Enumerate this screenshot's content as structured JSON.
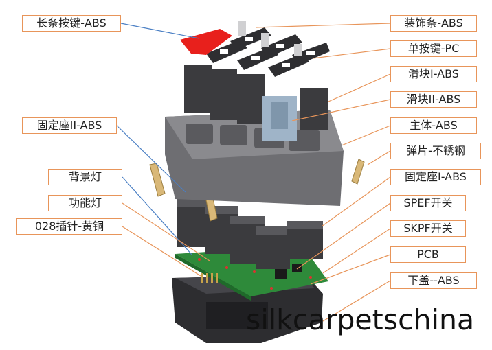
{
  "labels_left": [
    {
      "id": "long-key",
      "text": "长条按键-ABS"
    },
    {
      "id": "bracket-2",
      "text": "固定座II-ABS"
    },
    {
      "id": "backlight",
      "text": "背景灯"
    },
    {
      "id": "function-light",
      "text": "功能灯"
    },
    {
      "id": "pin",
      "text": "028插针-黄铜"
    }
  ],
  "labels_right": [
    {
      "id": "trim-strip",
      "text": "装饰条-ABS"
    },
    {
      "id": "single-key",
      "text": "单按键-PC"
    },
    {
      "id": "slider-1",
      "text": "滑块I-ABS"
    },
    {
      "id": "slider-2",
      "text": "滑块II-ABS"
    },
    {
      "id": "main-body",
      "text": "主体-ABS"
    },
    {
      "id": "spring",
      "text": "弹片-不锈钢"
    },
    {
      "id": "bracket-1",
      "text": "固定座I-ABS"
    },
    {
      "id": "spef-switch",
      "text": "SPEF开关"
    },
    {
      "id": "skpf-switch",
      "text": "SKPF开关"
    },
    {
      "id": "pcb",
      "text": "PCB"
    },
    {
      "id": "bottom-cover",
      "text": "下盖--ABS"
    }
  ],
  "watermark": "silkcarpetschina",
  "colors": {
    "label_border": "#e8955a",
    "leader_orange": "#e8955a",
    "leader_blue": "#4a7fc4",
    "part_dark": "#3b3b3e",
    "part_mid": "#6e6e72",
    "key_red": "#e8201c",
    "pcb_green": "#2e8a3a",
    "slider_blue": "#9fb4c8",
    "brass": "#c7a24a"
  }
}
